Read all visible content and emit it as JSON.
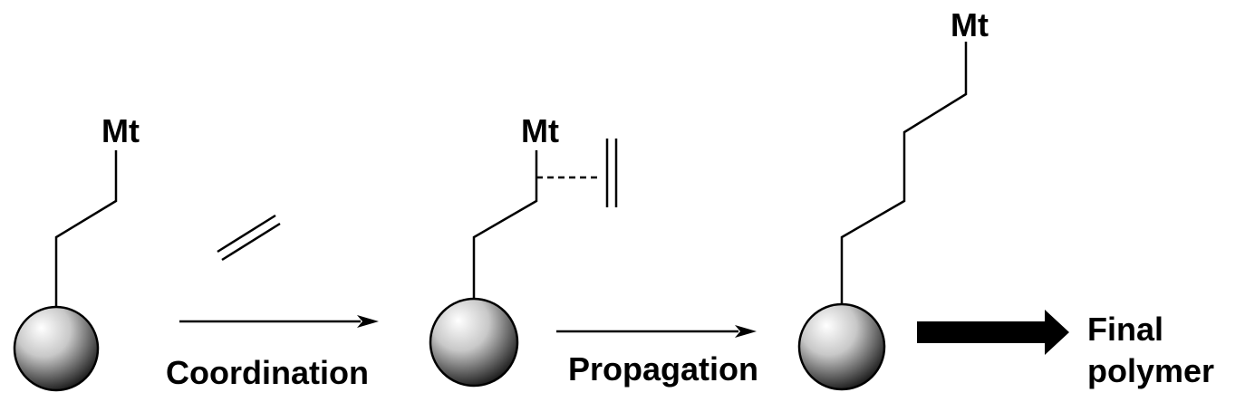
{
  "diagram": {
    "stage1": {
      "metal_label": "Mt"
    },
    "stage2": {
      "metal_label": "Mt"
    },
    "stage3": {
      "metal_label": "Mt"
    },
    "steps": {
      "coordination": "Coordination",
      "propagation": "Propagation"
    },
    "final": {
      "line1": "Final",
      "line2": "polymer"
    },
    "colors": {
      "ink": "#000000",
      "bead_highlight": "#ffffff",
      "bead_mid": "#c8c8c8",
      "bead_shadow": "#1e1e1e"
    },
    "icons": {
      "bead": "sphere-support-icon",
      "monomer": "ethylene-double-bond-icon",
      "arrow": "reaction-arrow-icon",
      "bold_arrow": "block-arrow-icon"
    }
  }
}
